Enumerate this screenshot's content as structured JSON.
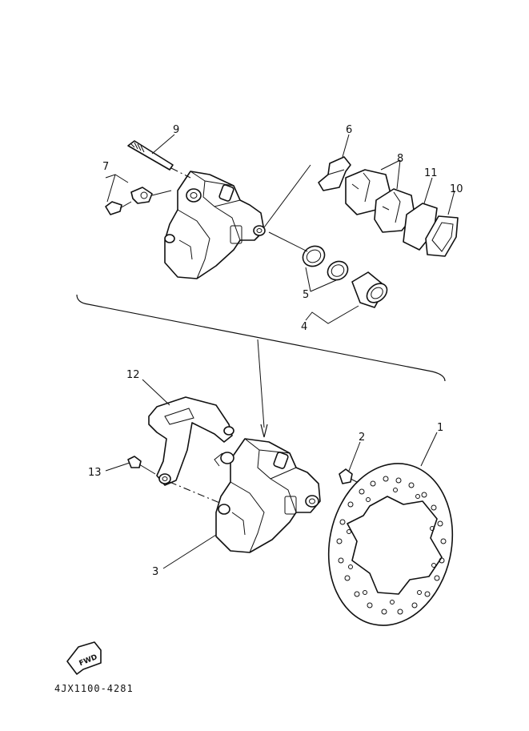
{
  "callouts": {
    "c1": "1",
    "c2": "2",
    "c3": "3",
    "c4": "4",
    "c5": "5",
    "c6": "6",
    "c7": "7",
    "c8": "8",
    "c9": "9",
    "c10": "10",
    "c11": "11",
    "c12": "12",
    "c13": "13"
  },
  "fwd_label": "FWD",
  "diagram_code": "4JX1100-4281"
}
